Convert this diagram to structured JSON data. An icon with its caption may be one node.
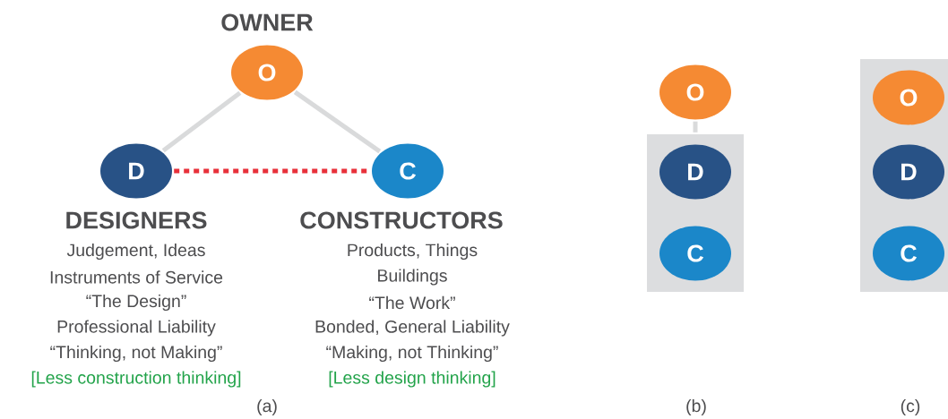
{
  "diagram": {
    "nodes": [
      {
        "text": [
          "O"
        ],
        "beside": [
          "OWNER"
        ]
      },
      {
        "text": [
          "D"
        ],
        "beside": [
          "DESIGNERS",
          "Judgement, Ideas",
          "Instruments of Service",
          "“The Design”",
          "Professional Liability",
          "“Thinking, not Making”",
          "[Less construction thinking]"
        ]
      },
      {
        "text": [
          "C"
        ],
        "beside": [
          "CONSTRUCTORS",
          "Products, Things",
          "Buildings",
          "“The Work”",
          "Bonded, General Liability",
          "“Making, not Thinking”",
          "[Less design thinking]"
        ]
      },
      {
        "text": [],
        "shape": "box"
      },
      {
        "text": [
          "O"
        ]
      },
      {
        "text": [
          "D"
        ],
        "in": 3
      },
      {
        "text": [
          "C"
        ],
        "in": 3
      },
      {
        "text": [],
        "shape": "box"
      },
      {
        "text": [
          "O"
        ],
        "in": 7
      },
      {
        "text": [
          "D"
        ],
        "in": 7
      },
      {
        "text": [
          "C"
        ],
        "in": 7
      }
    ],
    "edges": [
      {
        "from": 0,
        "to": 1,
        "arrow": "none"
      },
      {
        "from": 0,
        "to": 2,
        "arrow": "none"
      },
      {
        "from": 1,
        "to": 2,
        "arrow": "none",
        "style": "dashed",
        "color": "#e8303a"
      },
      {
        "from": 4,
        "to": 3,
        "arrow": "none"
      }
    ],
    "labels": [
      "(a)",
      "(b)",
      "(c)"
    ]
  }
}
